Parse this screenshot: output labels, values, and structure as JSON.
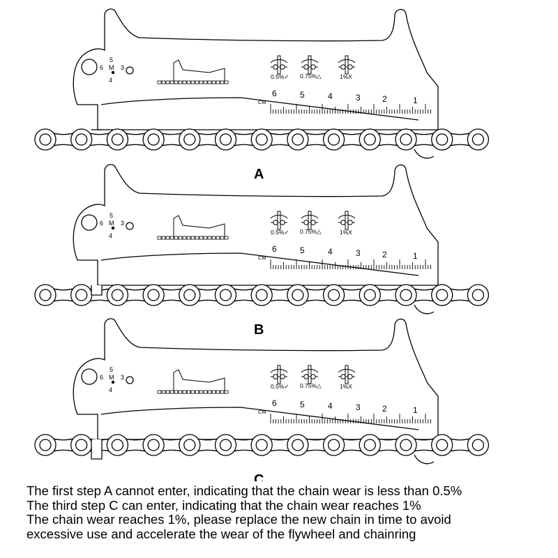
{
  "panels": [
    {
      "step_label": "A",
      "wear_marks": [
        "0.5%✓",
        "0.75%△",
        "1%X"
      ],
      "size_marks": [
        "5",
        "6",
        "M",
        "3",
        "4"
      ],
      "scale_unit": "CM",
      "scale_numbers": [
        "6",
        "5",
        "4",
        "3",
        "2",
        "1"
      ],
      "inserted": "no"
    },
    {
      "step_label": "B",
      "wear_marks": [
        "0.5%✓",
        "0.75%△",
        "1%X"
      ],
      "size_marks": [
        "5",
        "6",
        "M",
        "3",
        "4"
      ],
      "scale_unit": "CM",
      "scale_numbers": [
        "6",
        "5",
        "4",
        "3",
        "2",
        "1"
      ],
      "inserted": "partial"
    },
    {
      "step_label": "C",
      "wear_marks": [
        "0.5%✓",
        "0.75%△",
        "1%X"
      ],
      "size_marks": [
        "5",
        "6",
        "M",
        "3",
        "4"
      ],
      "scale_unit": "CM",
      "scale_numbers": [
        "6",
        "5",
        "4",
        "3",
        "2",
        "1"
      ],
      "inserted": "yes"
    }
  ],
  "caption": [
    "The first step A cannot enter, indicating that the chain wear is less than 0.5%",
    "The third step C can enter, indicating that the chain wear reaches 1%",
    "The chain wear reaches 1%, please replace the new chain in time to avoid",
    "excessive use and accelerate the wear of the flywheel and chainring"
  ]
}
